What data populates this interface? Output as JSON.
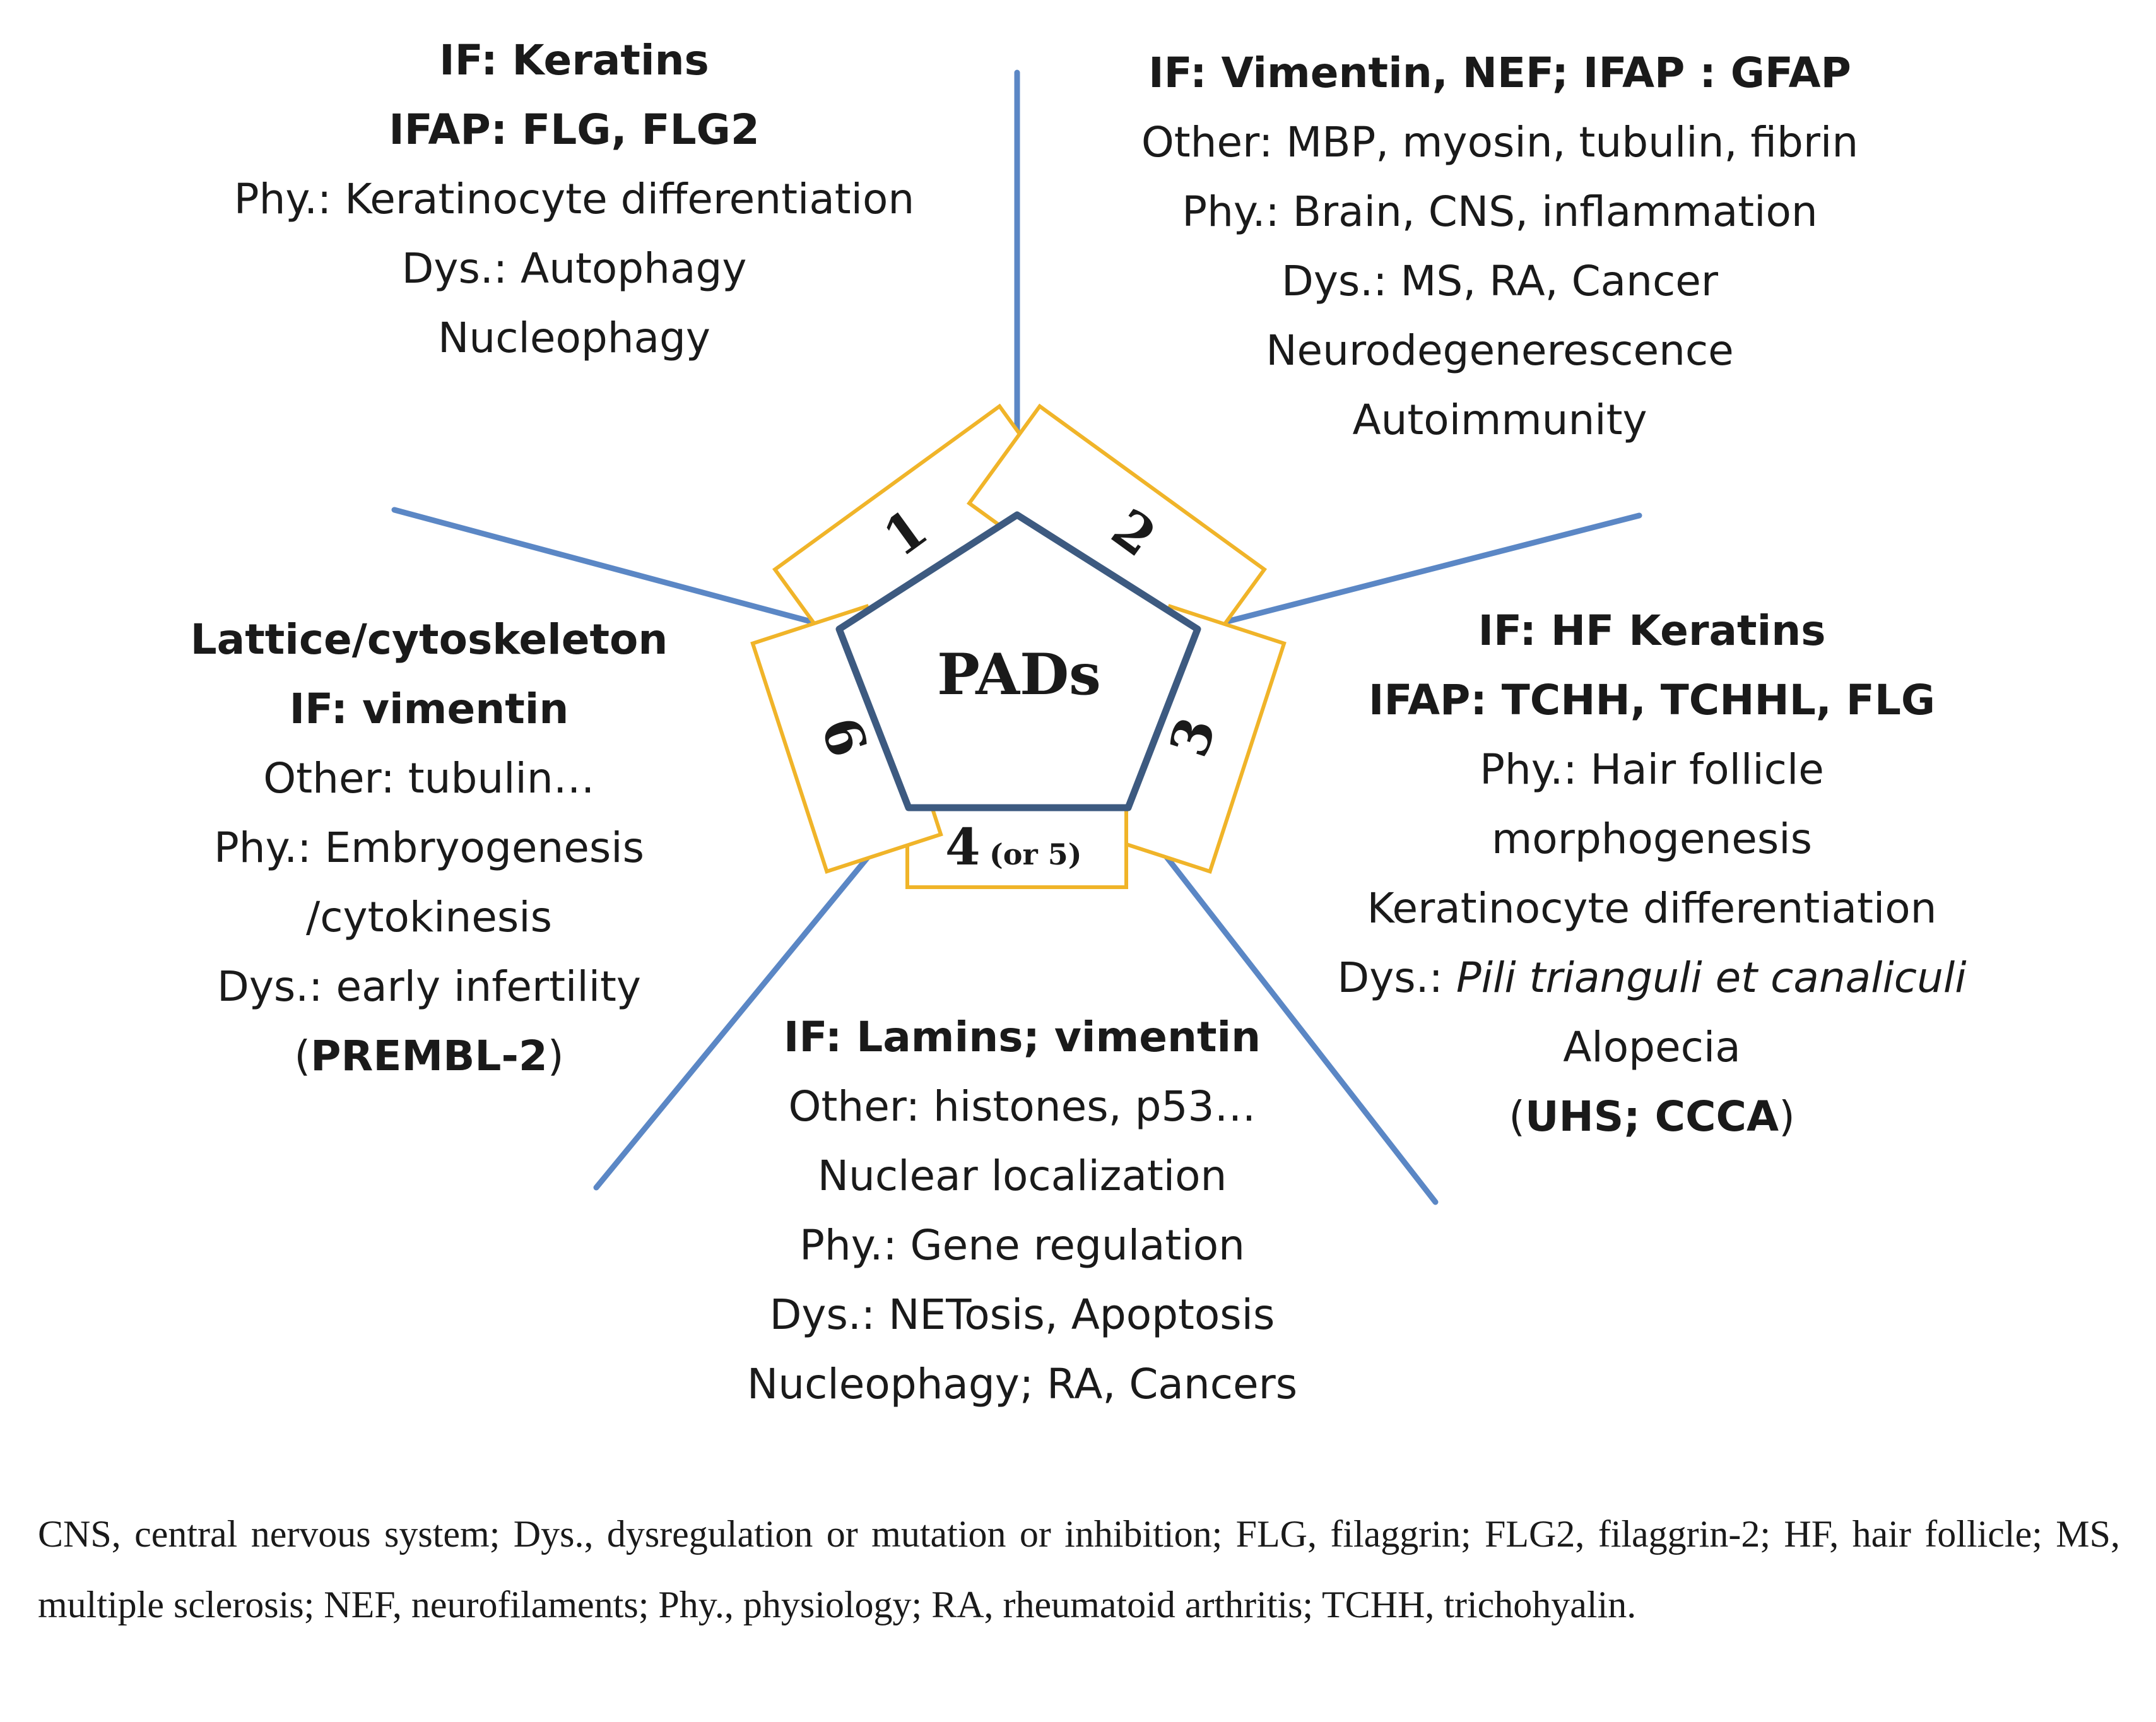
{
  "center_label": "PADs",
  "colors": {
    "spoke": "#5b87c5",
    "pentagon_stroke": "#3d5a80",
    "tab_stroke": "#f0b429",
    "text": "#1a1a1a"
  },
  "tabs": {
    "t1": "1",
    "t2": "2",
    "t3": "3",
    "t4_main": "4",
    "t4_sub": "(or 5)",
    "t6": "6"
  },
  "blocks": {
    "top_left": {
      "l1": "IF: Keratins",
      "l2": "IFAP: FLG, FLG2",
      "l3": "Phy.: Keratinocyte differentiation",
      "l4": "Dys.: Autophagy",
      "l5": "Nucleophagy"
    },
    "top_right": {
      "l1": "IF: Vimentin, NEF; IFAP : GFAP",
      "l2": "Other: MBP, myosin, tubulin, fibrin",
      "l3": "Phy.: Brain, CNS, inflammation",
      "l4": "Dys.: MS, RA, Cancer",
      "l5": "Neurodegenerescence",
      "l6": "Autoimmunity"
    },
    "left": {
      "l1": "Lattice/cytoskeleton",
      "l2": "IF: vimentin",
      "l3": "Other: tubulin…",
      "l4": "Phy.: Embryogenesis",
      "l5": "/cytokinesis",
      "l6": "Dys.: early infertility",
      "l7_open": "(",
      "l7_bold": "PREMBL-2",
      "l7_close": ")"
    },
    "right": {
      "l1": "IF: HF Keratins",
      "l2": "IFAP: TCHH, TCHHL, FLG",
      "l3": "Phy.: Hair follicle",
      "l4": "morphogenesis",
      "l5": "Keratinocyte differentiation",
      "l6_prefix": "Dys.: ",
      "l6_italic": "Pili trianguli et canaliculi",
      "l7": "Alopecia",
      "l8_open": "(",
      "l8_bold": "UHS; CCCA",
      "l8_close": ")"
    },
    "bottom": {
      "l1": "IF: Lamins; vimentin",
      "l2": "Other: histones,  p53…",
      "l3": "Nuclear localization",
      "l4": "Phy.: Gene regulation",
      "l5": "Dys.: NETosis, Apoptosis",
      "l6": "Nucleophagy; RA, Cancers"
    }
  },
  "caption": "CNS, central nervous system; Dys., dysregulation or mutation or inhibition; FLG, filaggrin; FLG2, filaggrin-2; HF, hair follicle; MS, multiple sclerosis; NEF, neurofilaments; Phy., physiology; RA, rheumatoid arthritis; TCHH, trichohyalin."
}
